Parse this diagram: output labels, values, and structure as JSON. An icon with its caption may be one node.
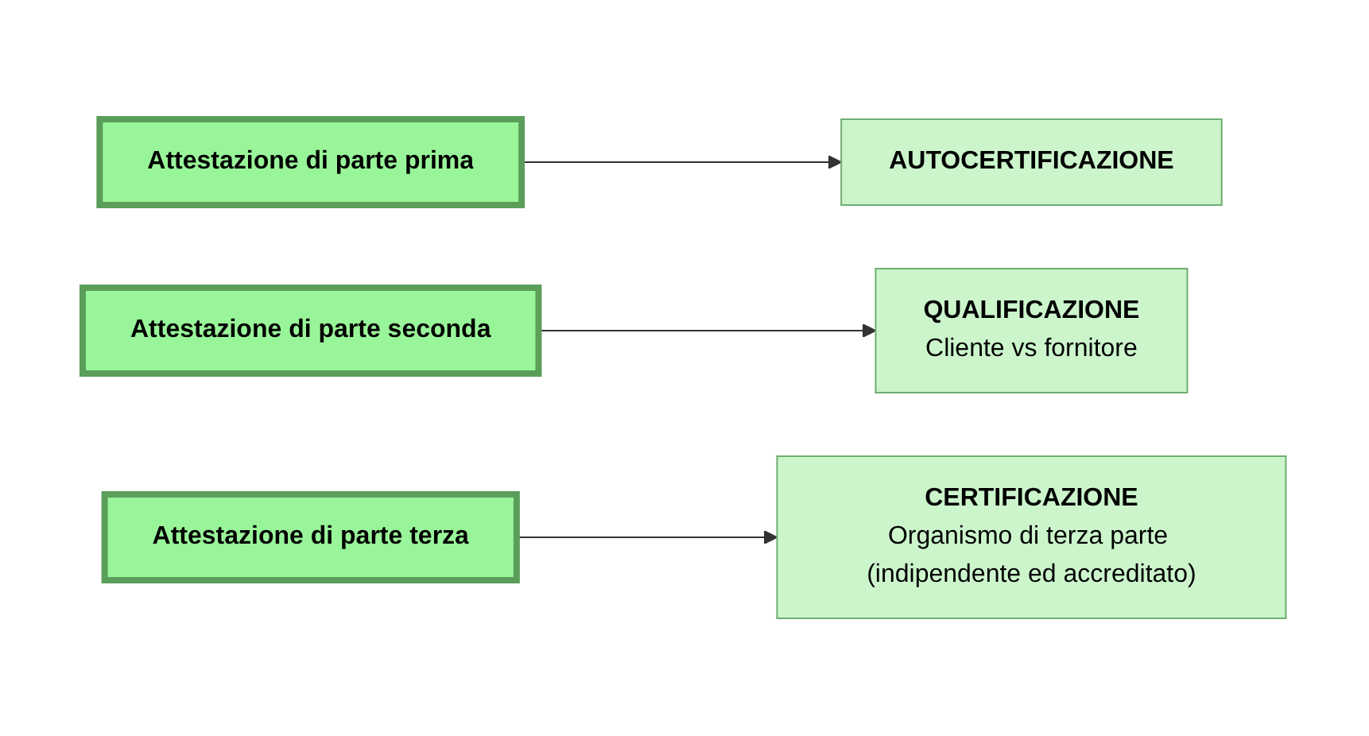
{
  "diagram": {
    "nodes": [
      {
        "text": [
          "Attestazione di parte prima"
        ]
      },
      {
        "text": [
          "AUTOCERTIFICAZIONE"
        ]
      },
      {
        "text": [
          "Attestazione di parte seconda"
        ]
      },
      {
        "text": [
          "QUALIFICAZIONE",
          "Cliente vs fornitore"
        ]
      },
      {
        "text": [
          "Attestazione di parte terza"
        ]
      },
      {
        "text": [
          "CERTIFICAZIONE",
          "Organismo di terza parte (indipendente ed accreditato)"
        ]
      }
    ],
    "edges": [
      {
        "from": 0,
        "to": 1,
        "arrow": "to"
      },
      {
        "from": 2,
        "to": 3,
        "arrow": "to"
      },
      {
        "from": 4,
        "to": 5,
        "arrow": "to"
      }
    ]
  }
}
